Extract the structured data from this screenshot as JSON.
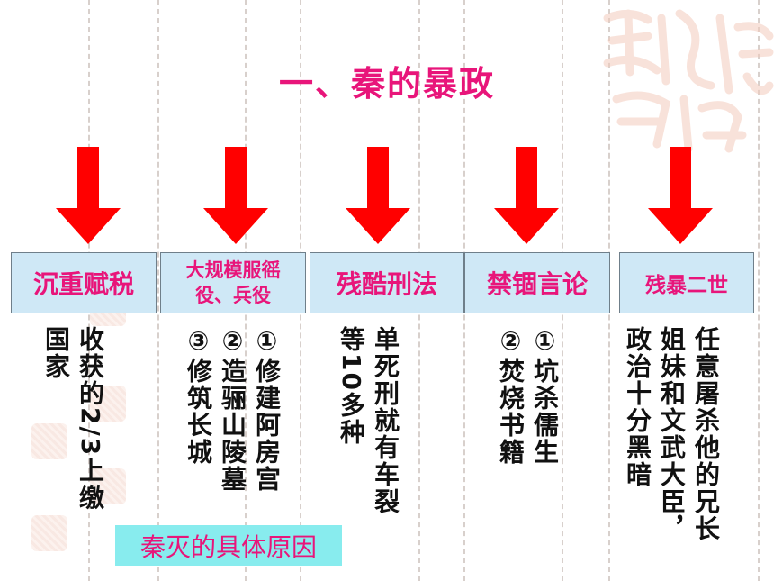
{
  "title": "一、秦的暴政",
  "categories": [
    {
      "label": "沉重赋税",
      "details": [
        "收获的2/3上缴",
        "国家"
      ]
    },
    {
      "label": "大规模服徭役、兵役",
      "details": [
        "①修建阿房宫",
        "②造骊山陵墓",
        "③修筑长城"
      ]
    },
    {
      "label": "残酷刑法",
      "details": [
        "单死刑就有车裂",
        "等10多种"
      ]
    },
    {
      "label": "禁锢言论",
      "details": [
        "①坑杀儒生",
        "②焚烧书籍"
      ]
    },
    {
      "label": "残暴二世",
      "details": [
        "任意屠杀他的兄长",
        "姐妹和文武大臣，",
        "政治十分黑暗"
      ]
    }
  ],
  "conclusion": "秦灭的具体原因",
  "colors": {
    "accent": "#e8157a",
    "arrow": "#ff0000",
    "box_fill": "#cfe8f6",
    "conclusion_fill": "#88ecee"
  }
}
